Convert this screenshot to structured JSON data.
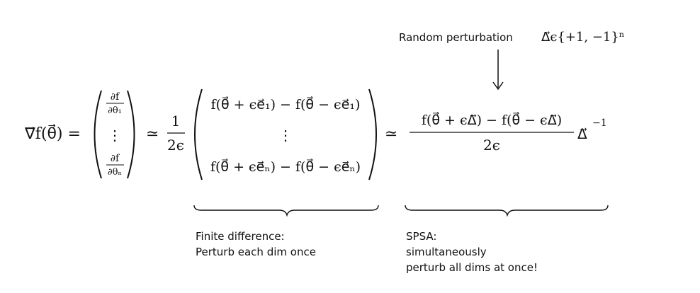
{
  "perturbation": {
    "label": "Random perturbation",
    "math": "Δ⃗ϵ{+1, −1}ⁿ"
  },
  "equation": {
    "lhs": "∇⃗f(θ⃗) =",
    "gradient_vector": {
      "top_num": "∂f",
      "top_den": "∂θ₁",
      "dots": "⋮",
      "bottom_num": "∂f",
      "bottom_den": "∂θₙ"
    },
    "approx": "≃",
    "fd_fraction": {
      "num": "1",
      "den": "2ϵ"
    },
    "fd_vector": {
      "top": "f(θ⃗ + ϵe⃗₁) − f(θ⃗ − ϵe⃗₁)",
      "dots": "⋮",
      "bottom": "f(θ⃗ + ϵe⃗ₙ) − f(θ⃗ − ϵe⃗ₙ)"
    },
    "spsa_fraction": {
      "num": "f(θ⃗ + ϵΔ⃗) − f(θ⃗ − ϵΔ⃗)",
      "den": "2ϵ"
    },
    "spsa_tail": "Δ⃗",
    "spsa_exp": "−1"
  },
  "notes": {
    "finite_difference": [
      "Finite difference:",
      "Perturb each dim once"
    ],
    "spsa": [
      "SPSA:",
      "simultaneously",
      "perturb all dims at once!"
    ]
  }
}
